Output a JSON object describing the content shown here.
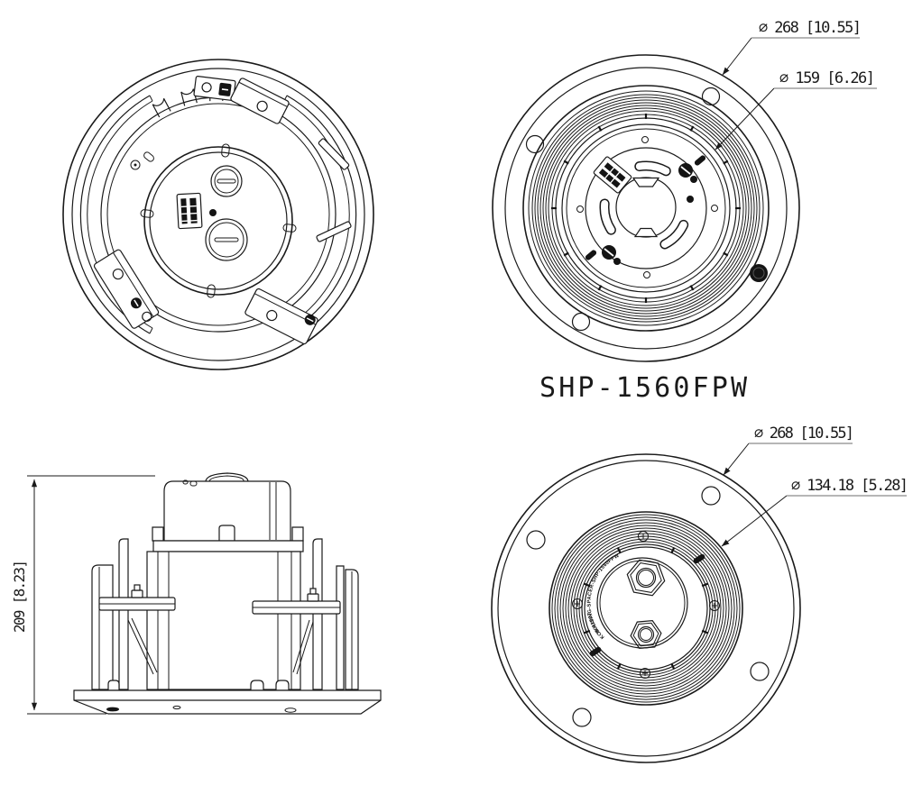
{
  "title_model": "SHP-1560FPW",
  "dimensions": {
    "back_outer": "∅ 268 [10.55]",
    "back_ring": "∅ 159 [6.26]",
    "front_outer": "∅ 268 [10.55]",
    "front_ring": "∅ 134.18 [5.28]",
    "side_height": "209 [8.23]"
  },
  "engravings": {
    "spacer_ring": "HOUSING-SPACER-SHP-1560FPW",
    "part_code": "KCB-91007A"
  },
  "colors": {
    "line": "#1a1a1a",
    "leader_shelf": "#9e9e9e",
    "background": "#ffffff"
  }
}
